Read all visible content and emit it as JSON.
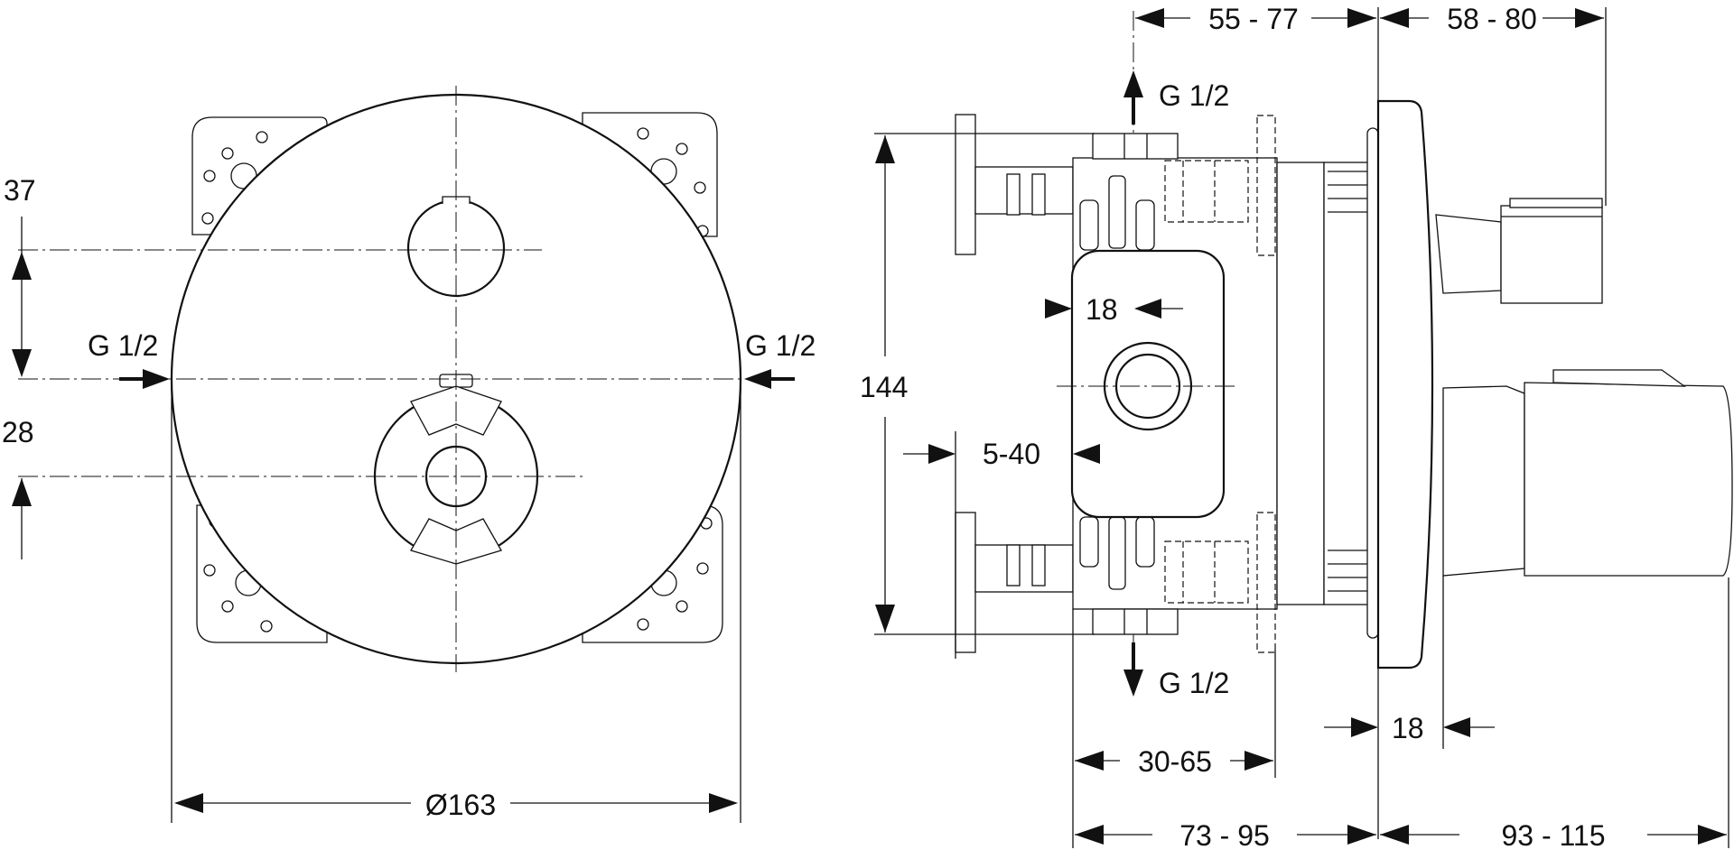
{
  "front_view": {
    "diameter_label": "Ø163",
    "dim_37": "37",
    "dim_28": "28",
    "inlet_left": "G 1/2",
    "inlet_right": "G 1/2"
  },
  "side_view": {
    "outlet_top": "G 1/2",
    "outlet_bottom": "G 1/2",
    "dim_144": "144",
    "dim_18_body": "18",
    "dim_5_40": "5-40",
    "dim_55_77": "55 - 77",
    "dim_58_80": "58 - 80",
    "dim_30_65": "30-65",
    "dim_73_95": "73 - 95",
    "dim_93_115": "93 - 115",
    "dim_18_rosette": "18"
  }
}
